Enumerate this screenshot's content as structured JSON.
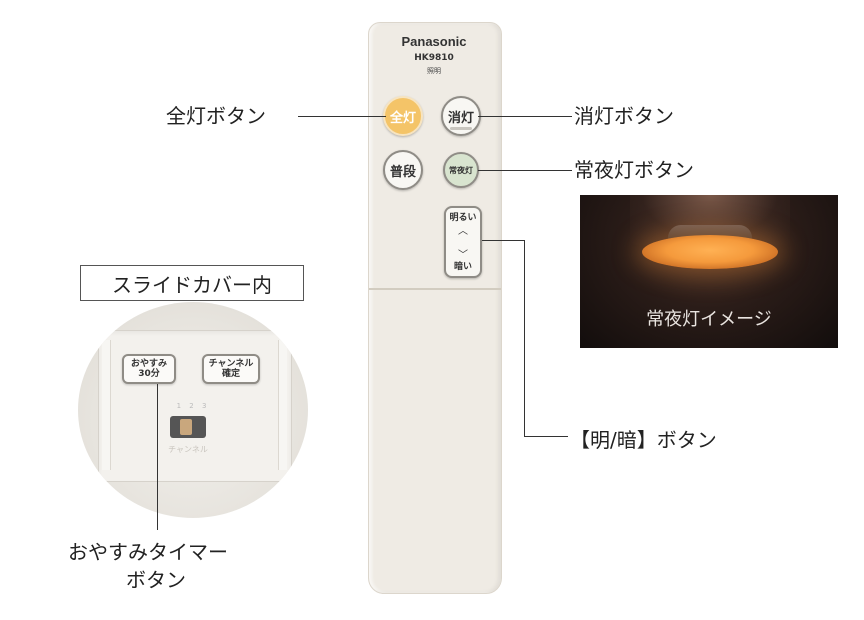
{
  "remote": {
    "brand": "Panasonic",
    "model": "HK9810",
    "lighting_label": "照明",
    "buttons": {
      "all_on": "全灯",
      "off": "消灯",
      "normal": "普段",
      "night": "常夜灯",
      "bright": "明るい",
      "dark": "暗い",
      "up_symbol": "︿",
      "down_symbol": "﹀"
    },
    "colors": {
      "body": "#efebe4",
      "all_on_button": "#f4c468",
      "night_button": "#d8e4cf"
    }
  },
  "callouts": {
    "all_on": "全灯ボタン",
    "off": "消灯ボタン",
    "night": "常夜灯ボタン",
    "bright_dark": "【明/暗】ボタン",
    "sleep_timer_line1": "おやすみタイマー",
    "sleep_timer_line2": "ボタン"
  },
  "night_image": {
    "caption": "常夜灯イメージ"
  },
  "slide_cover": {
    "title": "スライドカバー内",
    "sleep_button_line1": "おやすみ",
    "sleep_button_line2": "30分",
    "channel_button_line1": "チャンネル",
    "channel_button_line2": "確定",
    "channel_numbers": "1 2 3",
    "channel_label": "チャンネル"
  }
}
